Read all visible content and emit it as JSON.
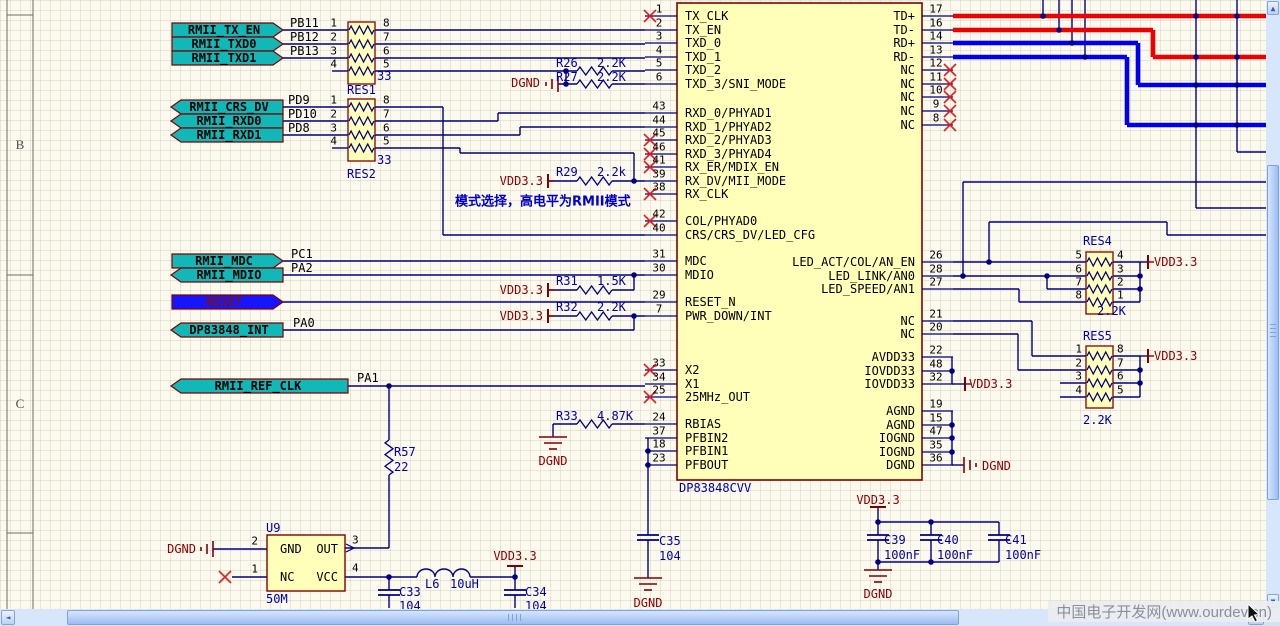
{
  "watermark": "中国电子开发网(www.ourdev.cn)",
  "sheet": {
    "zones": [
      "B",
      "C"
    ]
  },
  "note": "模式选择，高电平为RMII模式",
  "power": {
    "vdd": "VDD3.3",
    "dgnd": "DGND"
  },
  "ports": {
    "tx_en": "RMII_TX_EN",
    "txd0": "RMII_TXD0",
    "txd1": "RMII_TXD1",
    "crs_dv": "RMII_CRS_DV",
    "rxd0": "RMII_RXD0",
    "rxd1": "RMII_RXD1",
    "mdc": "RMII_MDC",
    "mdio": "RMII_MDIO",
    "reset": "RESET",
    "int": "DP83848_INT",
    "ref_clk": "RMII_REF_CLK"
  },
  "net_labels": {
    "pb11": "PB11",
    "pb12": "PB12",
    "pb13": "PB13",
    "pd9": "PD9",
    "pd10": "PD10",
    "pd8": "PD8",
    "pc1": "PC1",
    "pa2": "PA2",
    "pa0": "PA0",
    "pa1": "PA1"
  },
  "ic": {
    "part": "DP83848CVV",
    "left_pins": [
      {
        "num": "1",
        "name": "TX_CLK"
      },
      {
        "num": "2",
        "name": "TX_EN"
      },
      {
        "num": "3",
        "name": "TXD_0"
      },
      {
        "num": "4",
        "name": "TXD_1"
      },
      {
        "num": "5",
        "name": "TXD_2"
      },
      {
        "num": "6",
        "name": "TXD_3/SNI_MODE"
      },
      {
        "num": "43",
        "name": "RXD_0/PHYAD1"
      },
      {
        "num": "44",
        "name": "RXD_1/PHYAD2"
      },
      {
        "num": "45",
        "name": "RXD_2/PHYAD3"
      },
      {
        "num": "46",
        "name": "RXD_3/PHYAD4"
      },
      {
        "num": "41",
        "name": "RX_ER/MDIX_EN"
      },
      {
        "num": "39",
        "name": "RX_DV/MII_MODE"
      },
      {
        "num": "38",
        "name": "RX_CLK"
      },
      {
        "num": "42",
        "name": "COL/PHYAD0"
      },
      {
        "num": "40",
        "name": "CRS/CRS_DV/LED_CFG"
      },
      {
        "num": "31",
        "name": "MDC"
      },
      {
        "num": "30",
        "name": "MDIO"
      },
      {
        "num": "29",
        "name": "RESET_N"
      },
      {
        "num": "7",
        "name": "PWR_DOWN/INT"
      },
      {
        "num": "33",
        "name": "X2"
      },
      {
        "num": "34",
        "name": "X1"
      },
      {
        "num": "25",
        "name": "25MHz_OUT"
      },
      {
        "num": "24",
        "name": "RBIAS"
      },
      {
        "num": "37",
        "name": "PFBIN2"
      },
      {
        "num": "18",
        "name": "PFBIN1"
      },
      {
        "num": "23",
        "name": "PFBOUT"
      }
    ],
    "right_pins": [
      {
        "num": "17",
        "name": "TD+"
      },
      {
        "num": "16",
        "name": "TD-"
      },
      {
        "num": "14",
        "name": "RD+"
      },
      {
        "num": "13",
        "name": "RD-"
      },
      {
        "num": "12",
        "name": "NC"
      },
      {
        "num": "11",
        "name": "NC"
      },
      {
        "num": "10",
        "name": "NC"
      },
      {
        "num": "9",
        "name": "NC"
      },
      {
        "num": "8",
        "name": "NC"
      },
      {
        "num": "26",
        "name": "LED_ACT/COL/AN_EN"
      },
      {
        "num": "28",
        "name": "LED_LINK/AN0"
      },
      {
        "num": "27",
        "name": "LED_SPEED/AN1"
      },
      {
        "num": "21",
        "name": "NC"
      },
      {
        "num": "20",
        "name": "NC"
      },
      {
        "num": "22",
        "name": "AVDD33"
      },
      {
        "num": "48",
        "name": "IOVDD33"
      },
      {
        "num": "32",
        "name": "IOVDD33"
      },
      {
        "num": "19",
        "name": "AGND"
      },
      {
        "num": "15",
        "name": "AGND"
      },
      {
        "num": "47",
        "name": "IOGND"
      },
      {
        "num": "35",
        "name": "IOGND"
      },
      {
        "num": "36",
        "name": "DGND"
      }
    ]
  },
  "res_pins": {
    "left1234": [
      "1",
      "2",
      "3",
      "4"
    ],
    "right8765": [
      "8",
      "7",
      "6",
      "5"
    ],
    "left5678": [
      "5",
      "6",
      "7",
      "8"
    ],
    "right4321": [
      "4",
      "3",
      "2",
      "1"
    ]
  },
  "components": {
    "res1": {
      "ref": "RES1",
      "value": "33"
    },
    "res2": {
      "ref": "RES2",
      "value": "33"
    },
    "res4": {
      "ref": "RES4",
      "value": "2.2K"
    },
    "res5": {
      "ref": "RES5",
      "value": "2.2K"
    },
    "r26": {
      "ref": "R26",
      "value": "2.2K"
    },
    "r27": {
      "ref": "R27",
      "value": "2.2K"
    },
    "r29": {
      "ref": "R29",
      "value": "2.2k"
    },
    "r31": {
      "ref": "R31",
      "value": "1.5K"
    },
    "r32": {
      "ref": "R32",
      "value": "2.2K"
    },
    "r33": {
      "ref": "R33",
      "value": "4.87K"
    },
    "r57": {
      "ref": "R57",
      "value": "22"
    },
    "l6": {
      "ref": "L6",
      "value": "10uH"
    },
    "c33": {
      "ref": "C33",
      "value": "104"
    },
    "c34": {
      "ref": "C34",
      "value": "104"
    },
    "c35": {
      "ref": "C35",
      "value": "104"
    },
    "c39": {
      "ref": "C39",
      "value": "100nF"
    },
    "c40": {
      "ref": "C40",
      "value": "100nF"
    },
    "c41": {
      "ref": "C41",
      "value": "100nF"
    },
    "u9": {
      "ref": "U9",
      "value": "50M",
      "pins": {
        "gnd": "GND",
        "out": "OUT",
        "nc": "NC",
        "vcc": "VCC"
      },
      "pin_nums": [
        "1",
        "2",
        "3",
        "4"
      ]
    }
  },
  "colors": {
    "wire": "#000080",
    "thick_red": "#EE0000",
    "thick_blue": "#0000EE",
    "component_fill": "#FFFFB9",
    "component_border": "#800000",
    "port_fill": "#12B7B7",
    "selected_port_fill": "#1515FF",
    "power_text": "#8B0000",
    "designator_text": "#0000A5",
    "no_erc": "#E02020"
  }
}
